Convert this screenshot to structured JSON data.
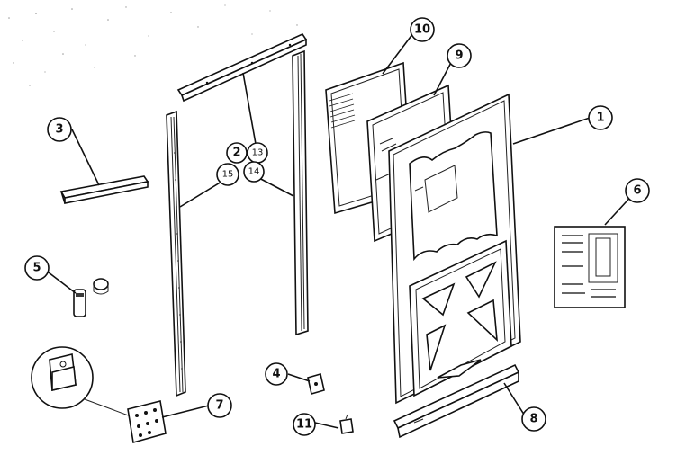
{
  "callouts": [
    {
      "id": "1",
      "label": "1"
    },
    {
      "id": "2",
      "label": "2"
    },
    {
      "id": "3",
      "label": "3"
    },
    {
      "id": "4",
      "label": "4"
    },
    {
      "id": "5",
      "label": "5"
    },
    {
      "id": "6",
      "label": "6"
    },
    {
      "id": "7",
      "label": "7"
    },
    {
      "id": "8",
      "label": "8"
    },
    {
      "id": "9",
      "label": "9"
    },
    {
      "id": "10",
      "label": "10"
    },
    {
      "id": "11",
      "label": "11"
    },
    {
      "id": "13",
      "label": "13"
    },
    {
      "id": "14",
      "label": "14"
    },
    {
      "id": "15",
      "label": "15"
    }
  ],
  "colors": {
    "ink": "#111111",
    "paper": "#ffffff",
    "tone": "#cfcfcf"
  }
}
